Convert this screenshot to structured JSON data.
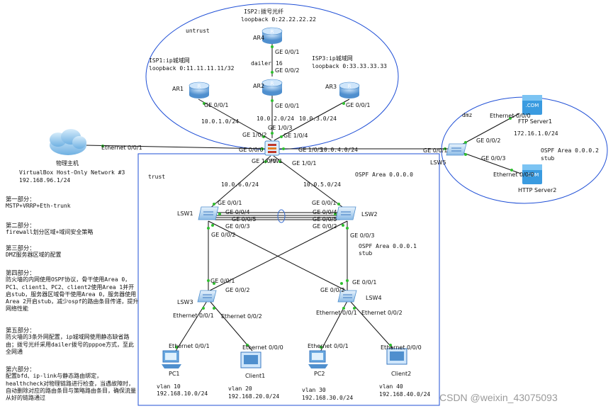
{
  "zones": {
    "untrust": "untrust",
    "trust": "trust",
    "dmz": "dmz"
  },
  "isp": {
    "isp1_title": "ISP1:ip城域网",
    "isp1_loopback": "loopback 0:11.11.11.11/32",
    "isp2_title": "ISP2:拨号光纤",
    "isp2_loopback": "loopback 0:22.22.22.22",
    "isp3_title": "ISP3:ip城域网",
    "isp3_loopback": "loopback 0:33.33.33.33",
    "dailer": "dailer"
  },
  "devices": {
    "ar1": "AR1",
    "ar2": "AR2",
    "ar3": "AR3",
    "ar4": "AR4",
    "fw1": "FW1",
    "lsw1": "LSW1",
    "lsw2": "LSW2",
    "lsw3": "LSW3",
    "lsw4": "LSW4",
    "lsw5": "LSW5",
    "pc1": "PC1",
    "pc2": "PC2",
    "client1": "Client1",
    "client2": "Client2",
    "ftp": "FTP Server1",
    "http": "HTTP Server2",
    "host": "物理主机",
    "host_net": "VirtualBox Host-Only Network #3",
    "host_ip": "192.168.96.1/24",
    "com1": ".COM",
    "com2": ".COM"
  },
  "ports": {
    "ar4_g001": "GE 0/0/1",
    "ar2_g002": "GE 0/0/2",
    "ar2_g001": "GE 0/0/1",
    "ar1_g001": "GE 0/0/1",
    "ar3_g001": "GE 0/0/1",
    "fw_g102": "GE 1/0/2",
    "fw_g103": "GE 1/0/3",
    "fw_g104": "GE 1/0/4",
    "fw_g000": "GE 0/0/0",
    "fw_g105": "GE 1/0/5",
    "fw_g100": "GE 1/0/0",
    "fw_g101": "GE 1/0/1",
    "host_eth": "Ethernet 0/0/1",
    "lsw5_g001": "GE 0/0/1",
    "lsw5_g002": "GE 0/0/2",
    "lsw5_g003": "GE 0/0/3",
    "ftp_eth": "Ethernet 0/0/0",
    "http_eth": "Ethernet 0/0/0",
    "lsw1_g001": "GE 0/0/1",
    "lsw1_g004": "GE 0/0/4",
    "lsw1_g005": "GE 0/0/5",
    "lsw1_g003": "GE 0/0/3",
    "lsw1_g002": "GE 0/0/2",
    "lsw2_g001": "GE 0/0/1",
    "lsw2_g004": "GE 0/0/4",
    "lsw2_g005": "GE 0/0/5",
    "lsw2_g002": "GE 0/0/2",
    "lsw2_g003": "GE 0/0/3",
    "lsw3_g001": "GE 0/0/1",
    "lsw3_g002": "GE 0/0/2",
    "lsw3_e1": "Ethernet 0/0/1",
    "lsw3_e2": "Ethernet 0/0/2",
    "lsw4_g001": "GE 0/0/1",
    "lsw4_g002": "GE 0/0/2",
    "lsw4_e1": "Ethernet 0/0/1",
    "lsw4_e2": "Ethernet 0/0/2",
    "pc1_eth": "Ethernet 0/0/1",
    "client1_eth": "Ethernet 0/0/0",
    "pc2_eth": "Ethernet 0/0/1",
    "client2_eth": "Ethernet 0/0/0"
  },
  "subnets": {
    "s16": "16",
    "n1": "10.0.1.0/24",
    "n2": "10.0.2.0/24",
    "n3": "10.0.3.0/24",
    "n4": "10.0.4.0/24",
    "n_trust_left": "10.0.6.0/24",
    "n_trust_right": "10.0.5.0/24",
    "dmz_net": "172.16.1.0/24",
    "dmz_ospf": "OSPF Area 0.0.0.2",
    "dmz_stub": "stub",
    "ospf0": "OSPF Area 0.0.0.0",
    "ospf1": "OSPF Area 0.0.0.1",
    "stub1": "stub"
  },
  "vlans": {
    "v10": "vlan 10",
    "v10_net": "192.168.10.0/24",
    "v20": "vlan 20",
    "v20_net": "192.168.20.0/24",
    "v30": "vlan 30",
    "v30_net": "192.168.30.0/24",
    "v40": "vlan 40",
    "v40_net": "192.168.40.0/24"
  },
  "notes": {
    "p1_title": "第一部分：",
    "p1_body": "MSTP+VRRP+Eth-trunk",
    "p2_title": "第二部分：",
    "p2_body": "firewall划分区域+域间安全策略",
    "p3_title": "第三部分：",
    "p3_body": "DMZ服务器区域的配置",
    "p4_title": "第四部分：",
    "p4_body": "防火墙的内网使用OSPF协议，骨干使用Area 0，PC1、client1、PC2、client2使用Area 1并开启stub，服务器区域骨干使用Area 0，服务器使用Area 2开启stub，减少ospf的路由条目传递，提升网络性能",
    "p5_title": "第五部分：",
    "p5_body": "防火墙的3条外网配置，ip城域网使用静态缺省路由；拨号光纤采用dailer拨号的pppoe方式，至此全网通",
    "p6_title": "第六部分：",
    "p6_body": "配置bfd、ip-link与静态路由绑定，healthcheck对物理链路进行检查，当遇故障时，自动删除对应的路由条目与策略路由条目，确保流量从好的链路通过"
  },
  "watermark": "CSDN @weixin_43075093"
}
